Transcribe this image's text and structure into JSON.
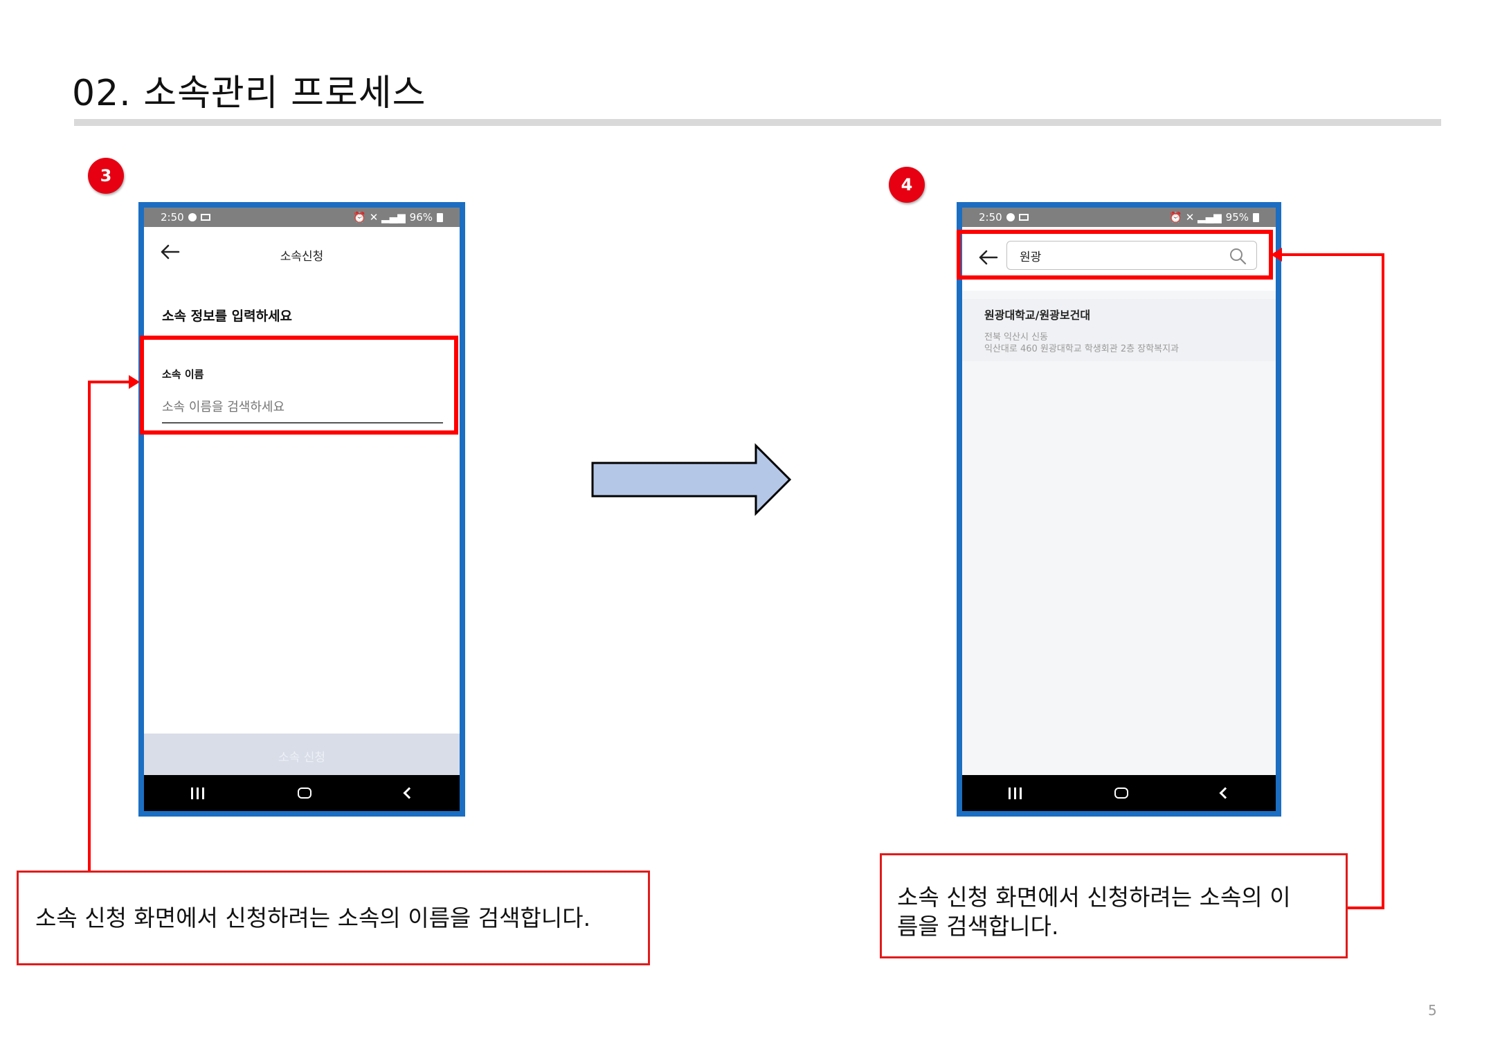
{
  "slide": {
    "title": "02. 소속관리 프로세스",
    "page_number": "5"
  },
  "steps": [
    {
      "badge": "3"
    },
    {
      "badge": "4"
    }
  ],
  "phone1": {
    "status": {
      "time": "2:50",
      "battery": "96%"
    },
    "header_title": "소속신청",
    "heading": "소속 정보를 입력하세요",
    "field_label": "소속 이름",
    "field_placeholder": "소속 이름을 검색하세요",
    "submit_label": "소속 신청"
  },
  "phone2": {
    "status": {
      "time": "2:50",
      "battery": "95%"
    },
    "search_value": "원광",
    "result": {
      "name": "원광대학교/원광보건대",
      "address_line1": "전북 익산시 신동",
      "address_line2": "익산대로 460 원광대학교 학생회관 2층 장학복지과"
    }
  },
  "callouts": {
    "left": "소속 신청 화면에서 신청하려는 소속의 이름을 검색합니다.",
    "right_line1": "소속 신청 화면에서 신청하려는 소속의 이",
    "right_line2": "름을 검색합니다."
  },
  "colors": {
    "highlight_red": "#ff0000",
    "phone_border": "#1b6ec2",
    "arrow_fill": "#b4c7e7",
    "badge_red": "#e60012"
  },
  "icons": [
    "back-arrow-icon",
    "search-icon",
    "recent-apps-icon",
    "home-icon",
    "nav-back-icon",
    "right-arrow-icon"
  ]
}
